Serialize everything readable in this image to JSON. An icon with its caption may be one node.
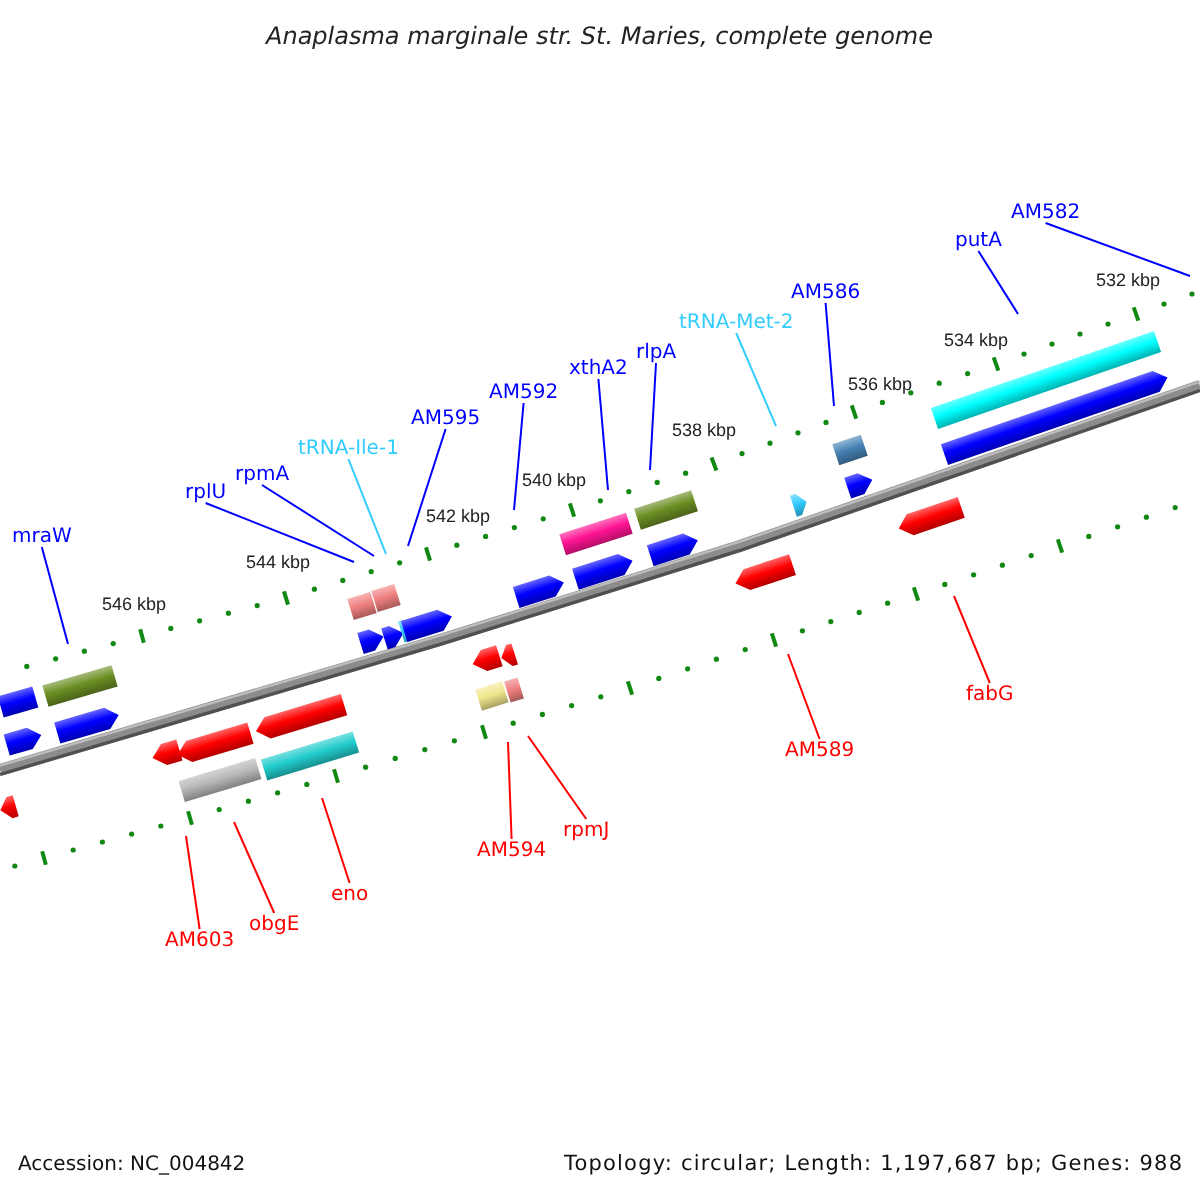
{
  "diagram": {
    "title": "Anaplasma marginale str. St. Maries, complete genome",
    "nodes": [
      {
        "text": [
          "mraW"
        ]
      },
      {
        "text": [
          "rplU"
        ]
      },
      {
        "text": [
          "rpmA"
        ]
      },
      {
        "text": [
          "tRNA-Ile-1"
        ]
      },
      {
        "text": [
          "AM595"
        ]
      },
      {
        "text": [
          "AM592"
        ]
      },
      {
        "text": [
          "xthA2"
        ]
      },
      {
        "text": [
          "rlpA"
        ]
      },
      {
        "text": [
          "tRNA-Met-2"
        ]
      },
      {
        "text": [
          "AM586"
        ]
      },
      {
        "text": [
          "putA"
        ]
      },
      {
        "text": [
          "AM582"
        ]
      },
      {
        "text": [
          "AM603"
        ]
      },
      {
        "text": [
          "obgE"
        ]
      },
      {
        "text": [
          "eno"
        ]
      },
      {
        "text": [
          "AM594"
        ]
      },
      {
        "text": [
          "rpmJ"
        ]
      },
      {
        "text": [
          "AM589"
        ]
      },
      {
        "text": [
          "fabG"
        ]
      }
    ],
    "edges": [
      {
        "from": 0,
        "to": null,
        "arrow": "none"
      },
      {
        "from": 1,
        "to": null,
        "arrow": "none"
      },
      {
        "from": 2,
        "to": null,
        "arrow": "none"
      },
      {
        "from": 3,
        "to": null,
        "arrow": "none",
        "color": "#33ccff"
      },
      {
        "from": 4,
        "to": null,
        "arrow": "none"
      },
      {
        "from": 5,
        "to": null,
        "arrow": "none"
      },
      {
        "from": 6,
        "to": null,
        "arrow": "none"
      },
      {
        "from": 7,
        "to": null,
        "arrow": "none"
      },
      {
        "from": 8,
        "to": null,
        "arrow": "none",
        "color": "#33ccff"
      },
      {
        "from": 9,
        "to": null,
        "arrow": "none"
      },
      {
        "from": 10,
        "to": null,
        "arrow": "none"
      },
      {
        "from": 11,
        "to": null,
        "arrow": "none"
      },
      {
        "from": 12,
        "to": null,
        "arrow": "none",
        "color": "#ff0000"
      },
      {
        "from": 13,
        "to": null,
        "arrow": "none",
        "color": "#ff0000"
      },
      {
        "from": 14,
        "to": null,
        "arrow": "none",
        "color": "#ff0000"
      },
      {
        "from": 15,
        "to": null,
        "arrow": "none",
        "color": "#ff0000"
      },
      {
        "from": 16,
        "to": null,
        "arrow": "none",
        "color": "#ff0000"
      },
      {
        "from": 17,
        "to": null,
        "arrow": "none",
        "color": "#ff0000"
      },
      {
        "from": 18,
        "to": null,
        "arrow": "none",
        "color": "#ff0000"
      }
    ],
    "labels": [
      "546 kbp",
      "544 kbp",
      "542 kbp",
      "540 kbp",
      "538 kbp",
      "536 kbp",
      "534 kbp",
      "532 kbp",
      "Accession: NC_004842",
      "Topology: circular; Length: 1,197,687 bp; Genes: 988"
    ]
  }
}
